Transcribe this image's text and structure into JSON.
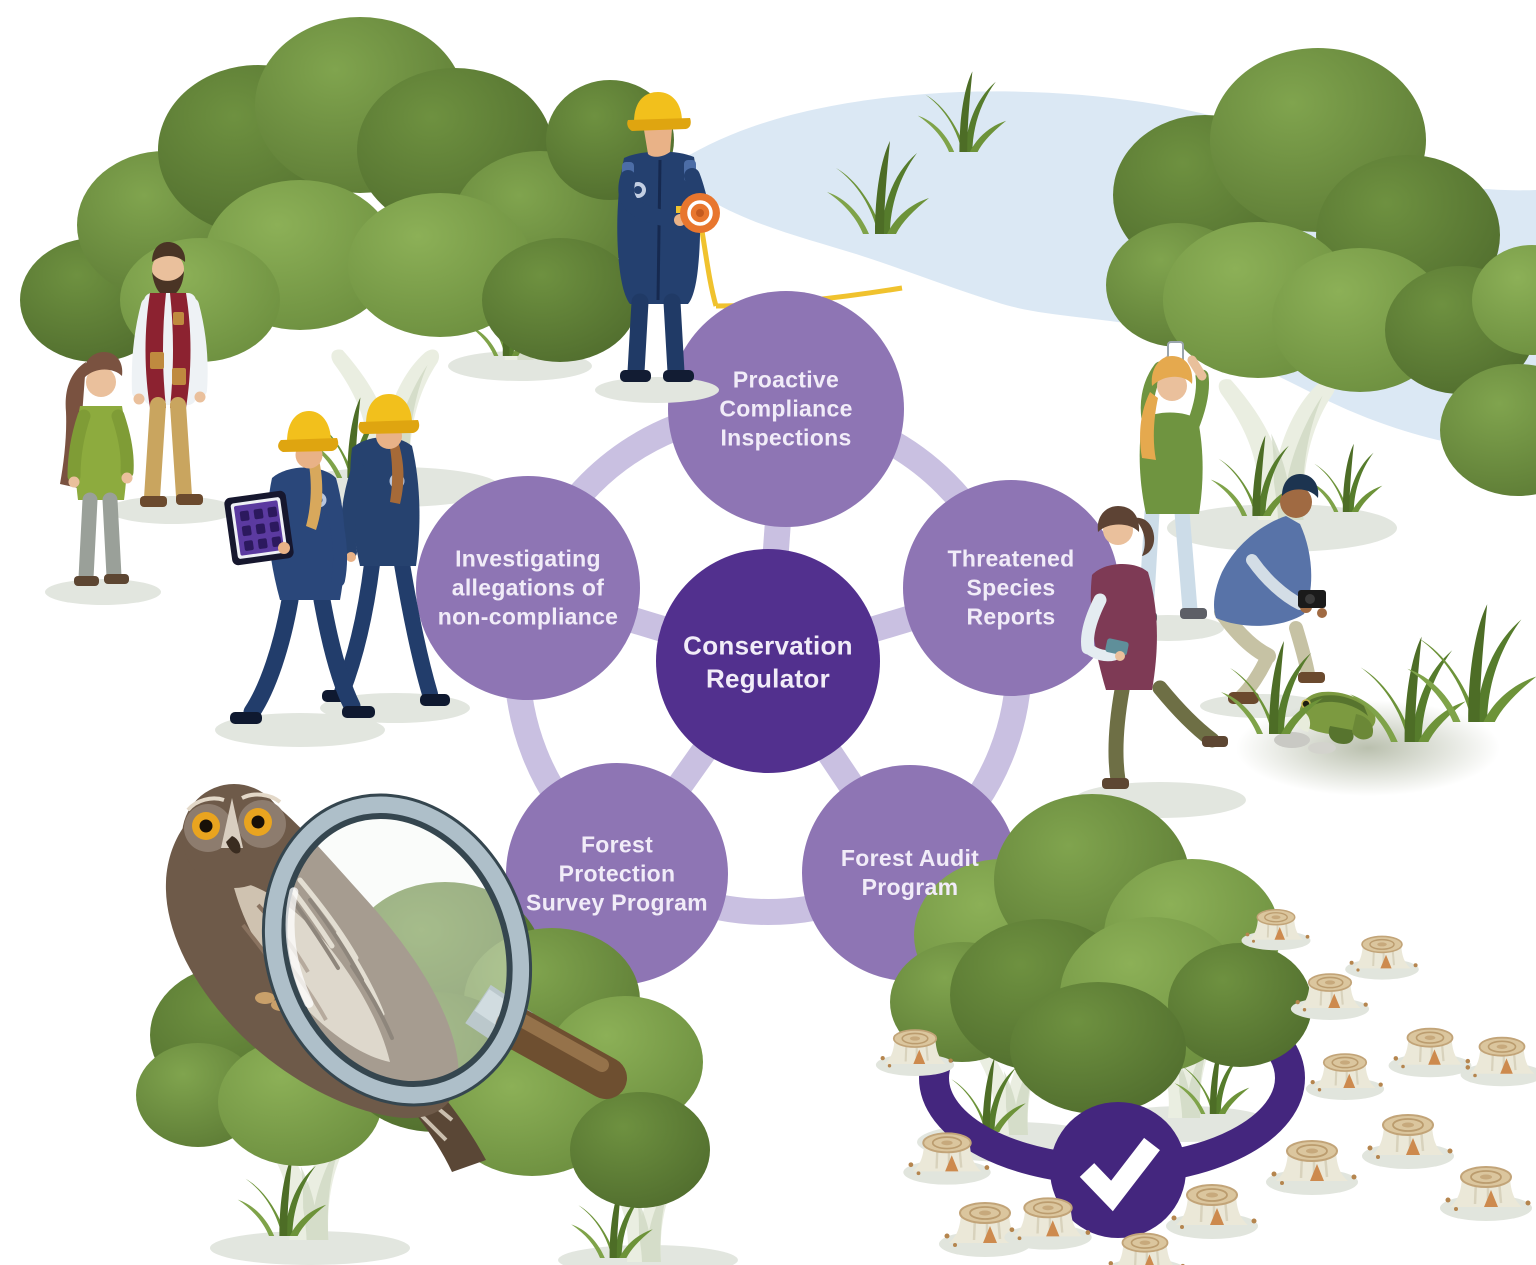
{
  "diagram": {
    "center": {
      "label": "Conservation Regulator"
    },
    "nodes": [
      {
        "label": "Proactive Compliance Inspections"
      },
      {
        "label": "Threatened Species Reports"
      },
      {
        "label": "Forest Audit Program"
      },
      {
        "label": "Forest Protection Survey Program"
      },
      {
        "label": "Investigating allegations of non-compliance"
      }
    ],
    "colors": {
      "center_fill": "#52308e",
      "node_fill": "#8e75b4",
      "ring": "#c9c0e1",
      "ribbon": "#44267e",
      "label_text": "#f1ecf8"
    }
  },
  "scene": {
    "icons": [
      {
        "name": "river"
      },
      {
        "name": "tree-grove-top-left-icon"
      },
      {
        "name": "tree-top-right-icon"
      },
      {
        "name": "visitors-talking-icon"
      },
      {
        "name": "officer-measuring-tape-icon"
      },
      {
        "name": "officers-with-tablet-icon"
      },
      {
        "name": "citizen-photographing-canopy-icon"
      },
      {
        "name": "citizen-reading-phone-icon"
      },
      {
        "name": "citizen-photographing-frog-icon"
      },
      {
        "name": "frog-icon"
      },
      {
        "name": "owl-icon"
      },
      {
        "name": "magnifying-glass-icon"
      },
      {
        "name": "forest-ribbon-check-icon"
      },
      {
        "name": "tree-stump-icon"
      }
    ]
  }
}
